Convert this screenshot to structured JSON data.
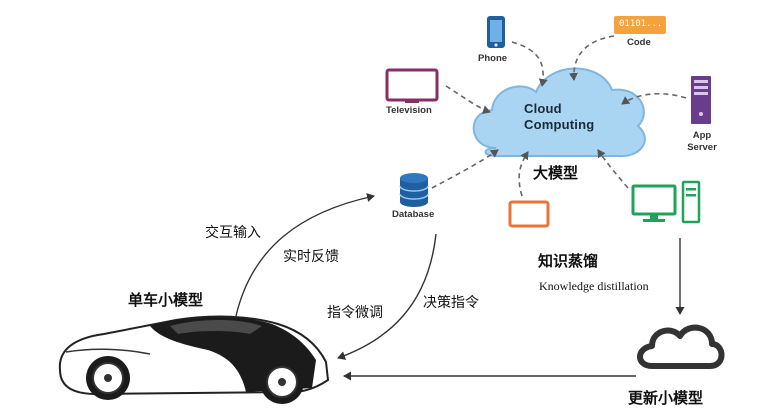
{
  "cloud": {
    "line1": "Cloud",
    "line2": "Computing"
  },
  "icons": {
    "phone": "Phone",
    "code": "Code",
    "code_chip": "01101...",
    "television": "Television",
    "app_server": "App Server",
    "database": "Database"
  },
  "labels": {
    "big_model": "大模型",
    "distill_cn": "知识蒸馏",
    "distill_en": "Knowledge distillation",
    "interactive_input": "交互输入",
    "realtime_feedback": "实时反馈",
    "bike_model": "单车小模型",
    "instruction_tuning": "指令微调",
    "decision_instruction": "决策指令",
    "update_model": "更新小模型"
  },
  "colors": {
    "cloud_fill": "#a9d4f2",
    "cloud_stroke": "#7fb6e0",
    "code_chip": "#f4a23c",
    "tv": "#8b2c6a",
    "server": "#6a3d8c",
    "database": "#1f5fa0",
    "tablet": "#e8743a",
    "desktop": "#1fa35a"
  }
}
